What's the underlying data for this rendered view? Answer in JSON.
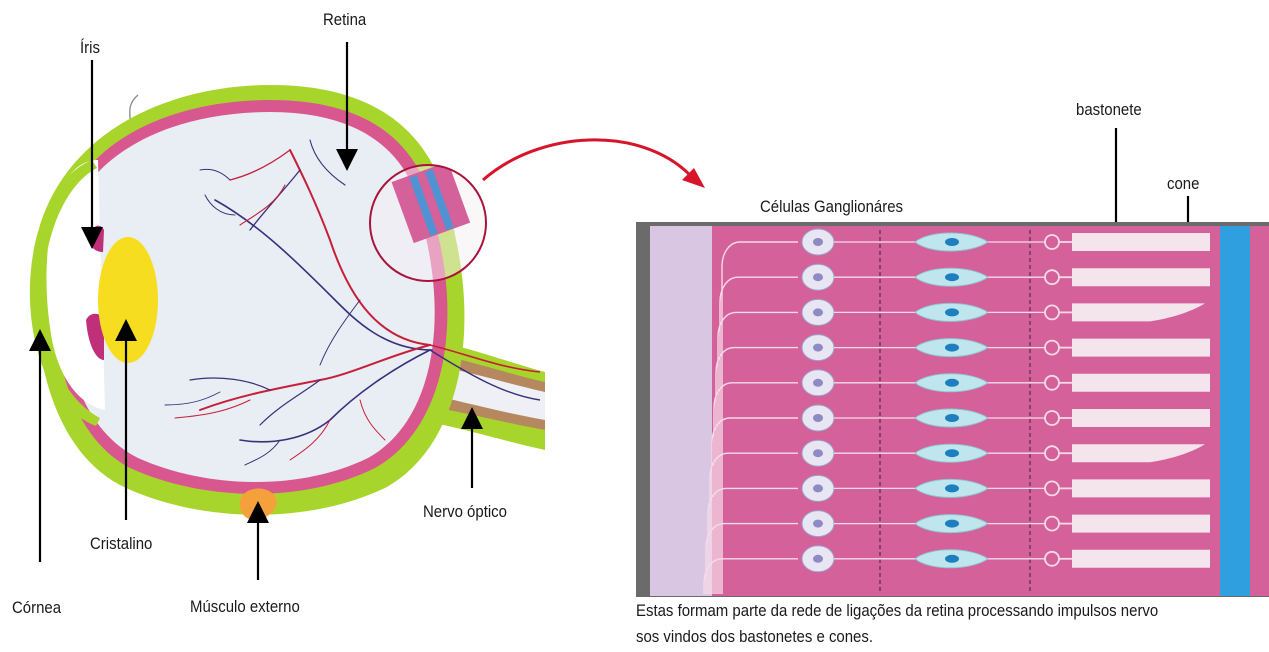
{
  "labels": {
    "retina": "Retina",
    "iris": "Íris",
    "cornea": "Córnea",
    "cristalino": "Cristalino",
    "musculo": "Músculo externo",
    "nervo": "Nervo óptico",
    "bastonete": "bastonete",
    "cone": "cone",
    "ganglionares": "Células Ganglionáres"
  },
  "caption": {
    "line1": "Estas formam parte da rede de ligações da retina processando impulsos nervo",
    "line2": "sos vindos dos bastonetes e cones."
  },
  "colors": {
    "sclera_green": "#a8d52c",
    "retina_pink": "#d9578f",
    "lens_yellow": "#f6dd1f",
    "vitreous": "#e9edf4",
    "arrow_red": "#d7142a",
    "cell_blue": "#2f9fe0",
    "tissue_magenta": "#d5619a",
    "muscle_orange": "#f4a13c"
  },
  "retina_detail": {
    "rows": 10
  }
}
